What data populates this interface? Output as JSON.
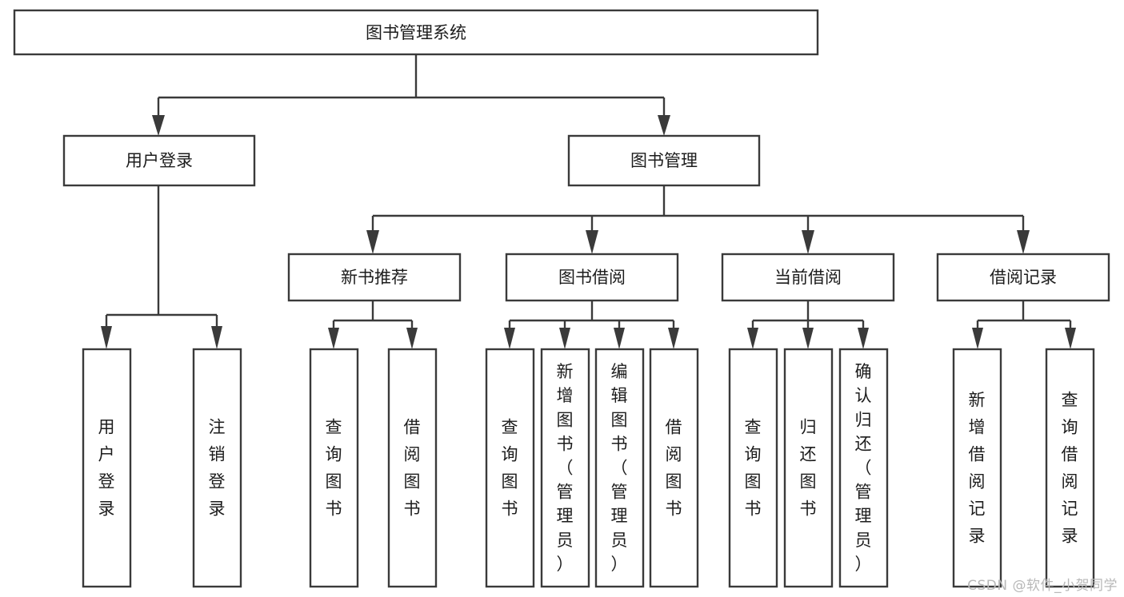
{
  "diagram": {
    "type": "tree-hierarchy-chart",
    "title": "图书管理系统",
    "watermark": "CSDN @软件_小贺同学",
    "colors": {
      "box_stroke": "#3a3a3a",
      "box_fill": "#ffffff",
      "text": "#1c1c1c",
      "background": "#ffffff",
      "watermark": "#b8b8b8"
    },
    "levels": {
      "root": {
        "label": "图书管理系统"
      },
      "level2": [
        {
          "id": "user-login",
          "label": "用户登录"
        },
        {
          "id": "book-management",
          "label": "图书管理"
        }
      ],
      "level3": [
        {
          "id": "new-book-recommend",
          "label": "新书推荐",
          "parent": "book-management"
        },
        {
          "id": "book-borrow",
          "label": "图书借阅",
          "parent": "book-management"
        },
        {
          "id": "current-borrow",
          "label": "当前借阅",
          "parent": "book-management"
        },
        {
          "id": "borrow-record",
          "label": "借阅记录",
          "parent": "book-management"
        }
      ],
      "leaves": [
        {
          "id": "leaf-user-login",
          "label": "用户登录",
          "parent": "user-login"
        },
        {
          "id": "leaf-logout-login",
          "label": "注销登录",
          "parent": "user-login"
        },
        {
          "id": "leaf-query-book-1",
          "label": "查询图书",
          "parent": "new-book-recommend"
        },
        {
          "id": "leaf-borrow-book-1",
          "label": "借阅图书",
          "parent": "new-book-recommend"
        },
        {
          "id": "leaf-query-book-2",
          "label": "查询图书",
          "parent": "book-borrow"
        },
        {
          "id": "leaf-add-book",
          "label": "新增图书（管理员）",
          "parent": "book-borrow"
        },
        {
          "id": "leaf-edit-book",
          "label": "编辑图书（管理员）",
          "parent": "book-borrow"
        },
        {
          "id": "leaf-borrow-book-2",
          "label": "借阅图书",
          "parent": "book-borrow"
        },
        {
          "id": "leaf-query-book-3",
          "label": "查询图书",
          "parent": "current-borrow"
        },
        {
          "id": "leaf-return-book",
          "label": "归还图书",
          "parent": "current-borrow"
        },
        {
          "id": "leaf-confirm-return",
          "label": "确认归还（管理员）",
          "parent": "current-borrow"
        },
        {
          "id": "leaf-add-record",
          "label": "新增借阅记录",
          "parent": "borrow-record"
        },
        {
          "id": "leaf-query-record",
          "label": "查询借阅记录",
          "parent": "borrow-record"
        }
      ]
    }
  }
}
